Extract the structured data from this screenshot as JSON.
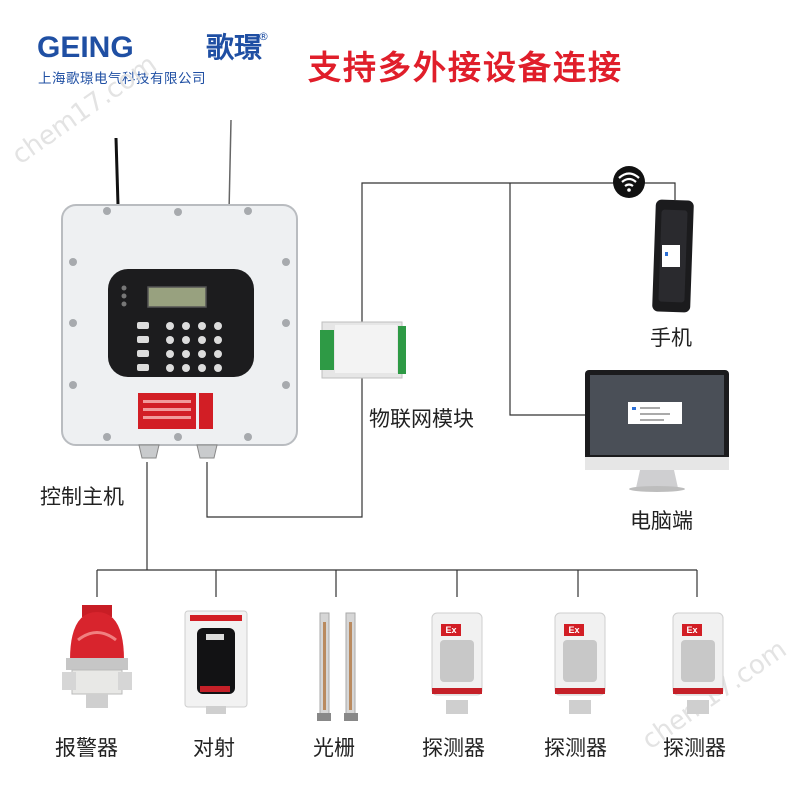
{
  "header": {
    "brand": "GEING",
    "brand_cn": "歌璟",
    "trademark": "®",
    "company": "上海歌璟电气科技有限公司",
    "headline": "支持多外接设备连接"
  },
  "labels": {
    "host": "控制主机",
    "iot_module": "物联网模块",
    "phone": "手机",
    "pc": "电脑端"
  },
  "devices": [
    {
      "label": "报警器",
      "icon": "alarm-light-icon"
    },
    {
      "label": "对射",
      "icon": "beam-detector-icon"
    },
    {
      "label": "光栅",
      "icon": "light-curtain-icon"
    },
    {
      "label": "探测器",
      "icon": "explosion-proof-detector-icon"
    },
    {
      "label": "探测器",
      "icon": "explosion-proof-detector-icon"
    },
    {
      "label": "探测器",
      "icon": "explosion-proof-detector-icon"
    }
  ],
  "device_badges": {
    "ex": "Ex"
  },
  "watermark": "chem17.com",
  "colors": {
    "brand_blue": "#1f4fa3",
    "headline_red": "#e01e2a"
  }
}
